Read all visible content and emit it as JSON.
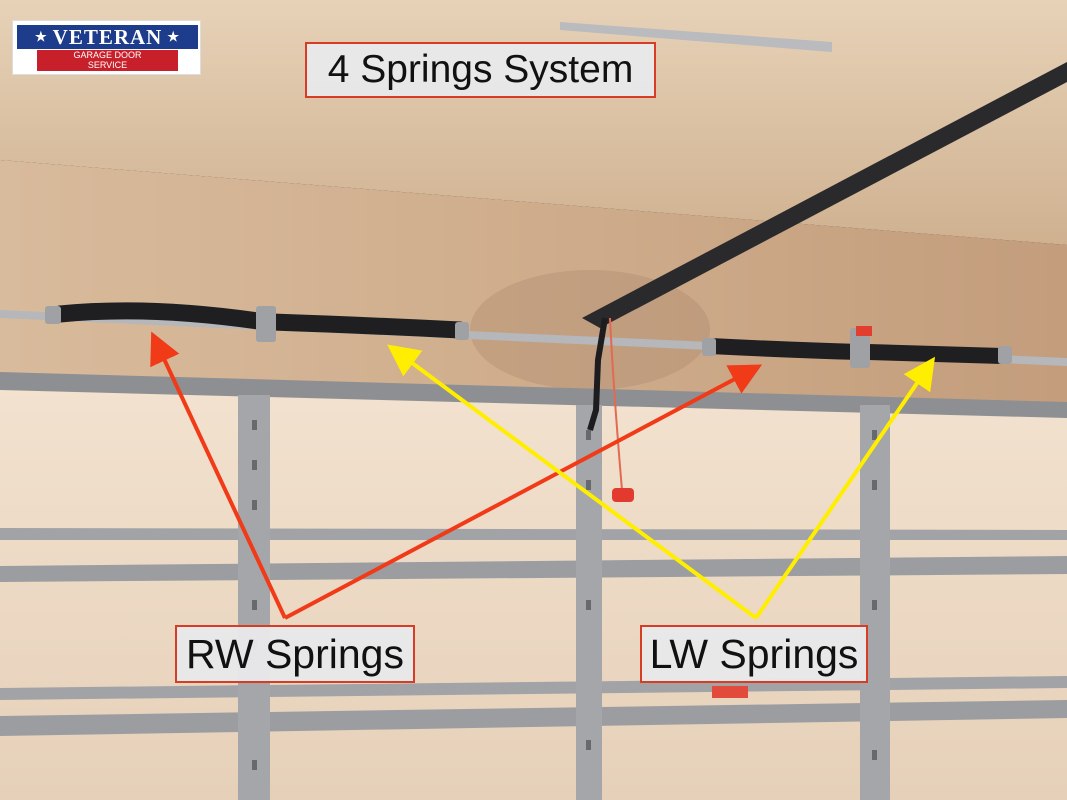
{
  "logo": {
    "brand": "VETERAN",
    "line1": "GARAGE DOOR",
    "line2": "SERVICE",
    "colors": {
      "blue": "#1d3c8c",
      "red": "#c8202b"
    }
  },
  "labels": {
    "title": "4 Springs System",
    "rw": "RW Springs",
    "lw": "LW Springs"
  },
  "colors": {
    "rw_arrow": "#f03a18",
    "lw_arrow": "#ffee00",
    "label_border": "#d63d24"
  }
}
